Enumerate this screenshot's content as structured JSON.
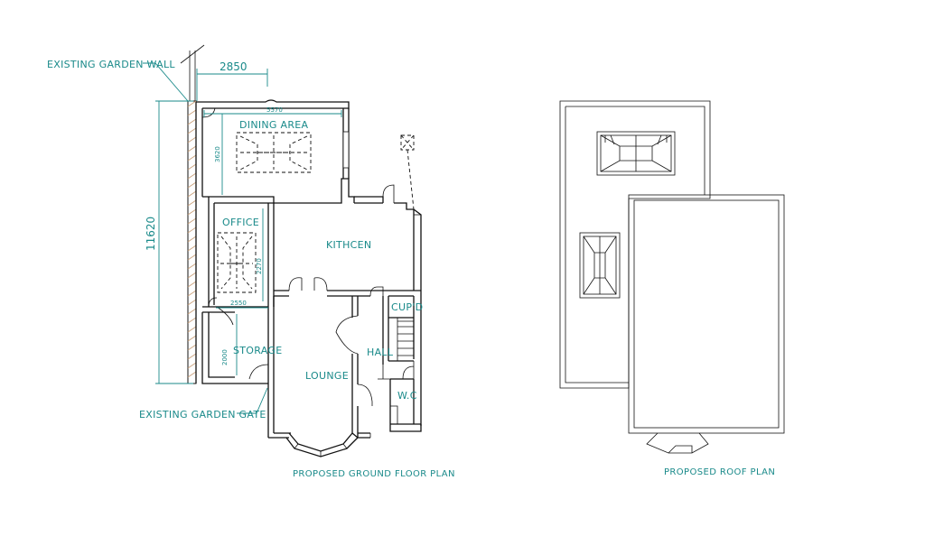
{
  "labels": {
    "existing_garden_wall": "EXISTING GARDEN WALL",
    "existing_garden_gate": "EXISTING GARDEN GATE",
    "dining_area": "DINING AREA",
    "office": "OFFICE",
    "kitchen": "KITHCEN",
    "storage": "STORAGE",
    "lounge": "LOUNGE",
    "hall": "HALL",
    "cupd": "CUP'D",
    "wc": "W.C"
  },
  "dimensions": {
    "top_width": "2850",
    "overall_length": "11620",
    "dining_width": "5570",
    "dining_depth": "3620",
    "office_depth": "2270",
    "office_width": "2550",
    "storage_depth": "2000"
  },
  "titles": {
    "ground_floor": "PROPOSED GROUND FLOOR PLAN",
    "roof": "PROPOSED ROOF PLAN"
  },
  "colors": {
    "annotation": "#1a8a8a",
    "line": "#111111"
  }
}
